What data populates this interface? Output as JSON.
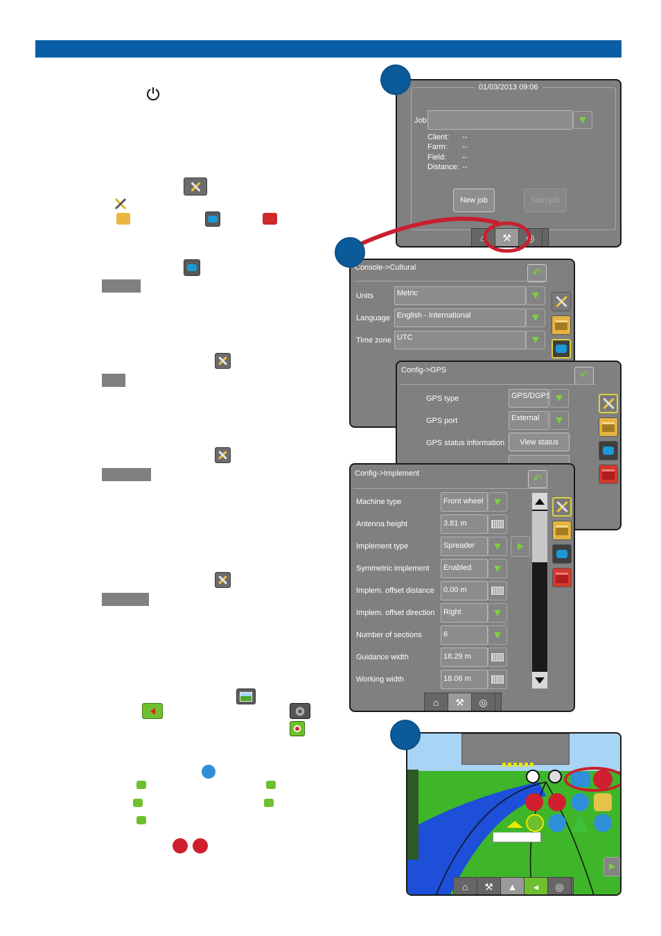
{
  "colors": {
    "header": "#0a5ea5",
    "panel": "#808080",
    "accent_green": "#7bd13a",
    "callout": "#0b5a9a",
    "highlight_red": "#d0202f"
  },
  "icons": {
    "power": "power-icon",
    "tools": "tools-icon",
    "toolbox": "toolbox-icon",
    "screen": "console-screen-icon",
    "red_toolbox": "red-toolbox-icon"
  },
  "screen1": {
    "datetime": "01/03/2013 09:06",
    "job_label": "Job",
    "client_label": "Client:",
    "client_val": "--",
    "farm_label": "Farm:",
    "farm_val": "--",
    "field_label": "Field:",
    "field_val": "--",
    "distance_label": "Distance:",
    "distance_val": "--",
    "new_job": "New job",
    "start_job": "Start job"
  },
  "screen2": {
    "title": "Console->Cultural",
    "rows": [
      {
        "label": "Units",
        "value": "Metric"
      },
      {
        "label": "Language",
        "value": "English - International"
      },
      {
        "label": "Time zone",
        "value": "UTC"
      }
    ]
  },
  "screen3": {
    "title": "Config->GPS",
    "gps_type_label": "GPS type",
    "gps_type_val": "GPS/DGPS",
    "gps_port_label": "GPS port",
    "gps_port_val": "External",
    "gps_status_label": "GPS status information",
    "view_status": "View status"
  },
  "screen4": {
    "title": "Config->Implement",
    "rows": [
      {
        "label": "Machine type",
        "value": "Front wheel"
      },
      {
        "label": "Antenna height",
        "value": "3.81 m"
      },
      {
        "label": "Implement type",
        "value": "Spreader"
      },
      {
        "label": "Symmetric implement",
        "value": "Enabled"
      },
      {
        "label": "Implem. offset distance",
        "value": "0.00 m"
      },
      {
        "label": "Implem. offset direction",
        "value": "Right"
      },
      {
        "label": "Number of sections",
        "value": "6"
      },
      {
        "label": "Guidance width",
        "value": "18.29 m"
      },
      {
        "label": "Working width",
        "value": "18.06 m"
      }
    ]
  }
}
